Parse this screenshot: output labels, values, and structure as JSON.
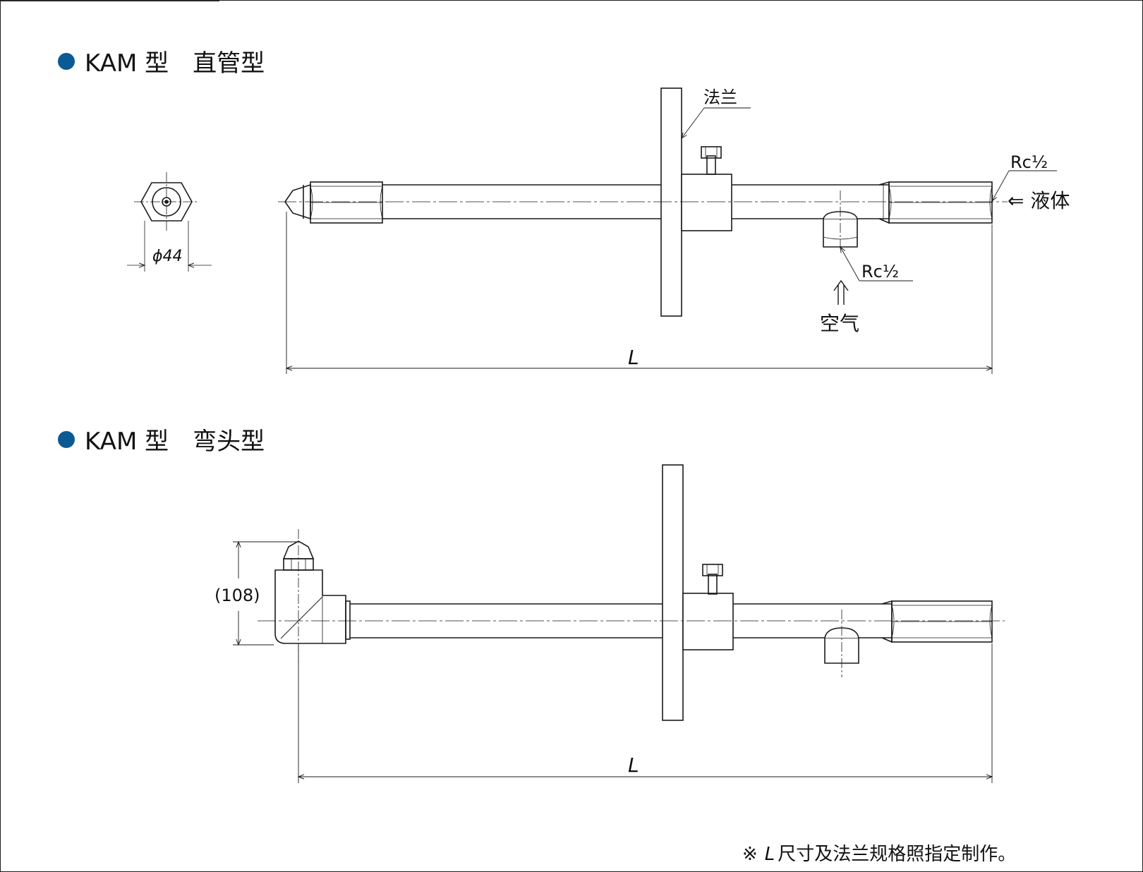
{
  "sections": [
    {
      "title": "KAM 型　直管型"
    },
    {
      "title": "KAM 型　弯头型"
    }
  ],
  "labels": {
    "flange": "法兰",
    "rc_liquid": "Rc½",
    "rc_air": "Rc½",
    "liquid": "⇐ 液体",
    "air": "空气",
    "diameter": "ϕ44",
    "length": "L",
    "height_108": "(108)"
  },
  "footnote": {
    "prefix": "※",
    "symbol": "L",
    "text": "尺寸及法兰规格照指定制作。"
  },
  "colors": {
    "bullet": "#0b5a94",
    "line": "#1a1a1a"
  }
}
